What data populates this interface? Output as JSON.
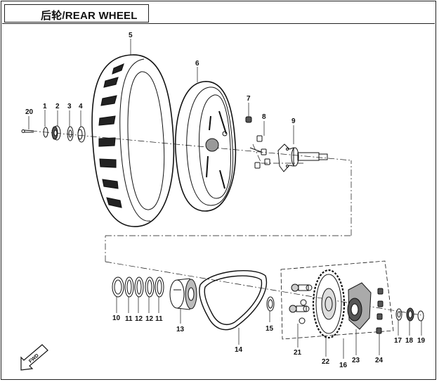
{
  "title": "后轮/REAR WHEEL",
  "callouts": {
    "c1": "1",
    "c2": "2",
    "c3": "3",
    "c4": "4",
    "c5": "5",
    "c6": "6",
    "c7": "7",
    "c8": "8",
    "c9": "9",
    "c10": "10",
    "c11a": "11",
    "c11b": "11",
    "c12a": "12",
    "c12b": "12",
    "c13": "13",
    "c14": "14",
    "c15": "15",
    "c16": "16",
    "c17": "17",
    "c18": "18",
    "c19": "19",
    "c20": "20",
    "c21": "21",
    "c22": "22",
    "c23": "23",
    "c24": "24"
  },
  "direction_marker": "FWD"
}
